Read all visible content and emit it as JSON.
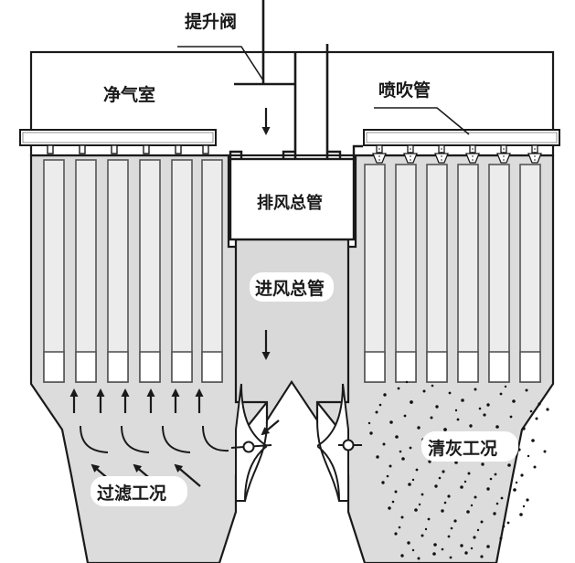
{
  "diagram": {
    "title": "Pulse-jet baghouse dust collector — filtration vs. cleaning",
    "colors": {
      "outline": "#1a1a1a",
      "body_fill": "#dcdcdc",
      "bag_fill": "#e8e8e8",
      "duct_fill": "#d9d9d9",
      "white": "#ffffff",
      "dust": "#111111",
      "label_box": "#ffffff"
    }
  },
  "labels": {
    "poppet_valve": "提升阀",
    "clean_gas_chamber": "净气室",
    "blow_pipe": "喷吹管",
    "exhaust_main_duct": "排风总管",
    "inlet_main_duct": "进风总管",
    "filtration_condition": "过滤工况",
    "cleaning_condition": "清灰工况"
  },
  "left_chamber": {
    "name": "filtration-chamber",
    "bag_count": 6,
    "hanger_count": 6,
    "up_arrow_count": 6,
    "curved_flow_count": 4,
    "diagonal_arrow_count": 3
  },
  "right_chamber": {
    "name": "cleaning-chamber",
    "bag_count": 6,
    "nozzle_count": 6,
    "dust_particles": 260
  },
  "flow_markers": {
    "valve_symbol_count": 2,
    "down_arrow_valve": "▼",
    "down_arrow_inlet": "▼"
  }
}
